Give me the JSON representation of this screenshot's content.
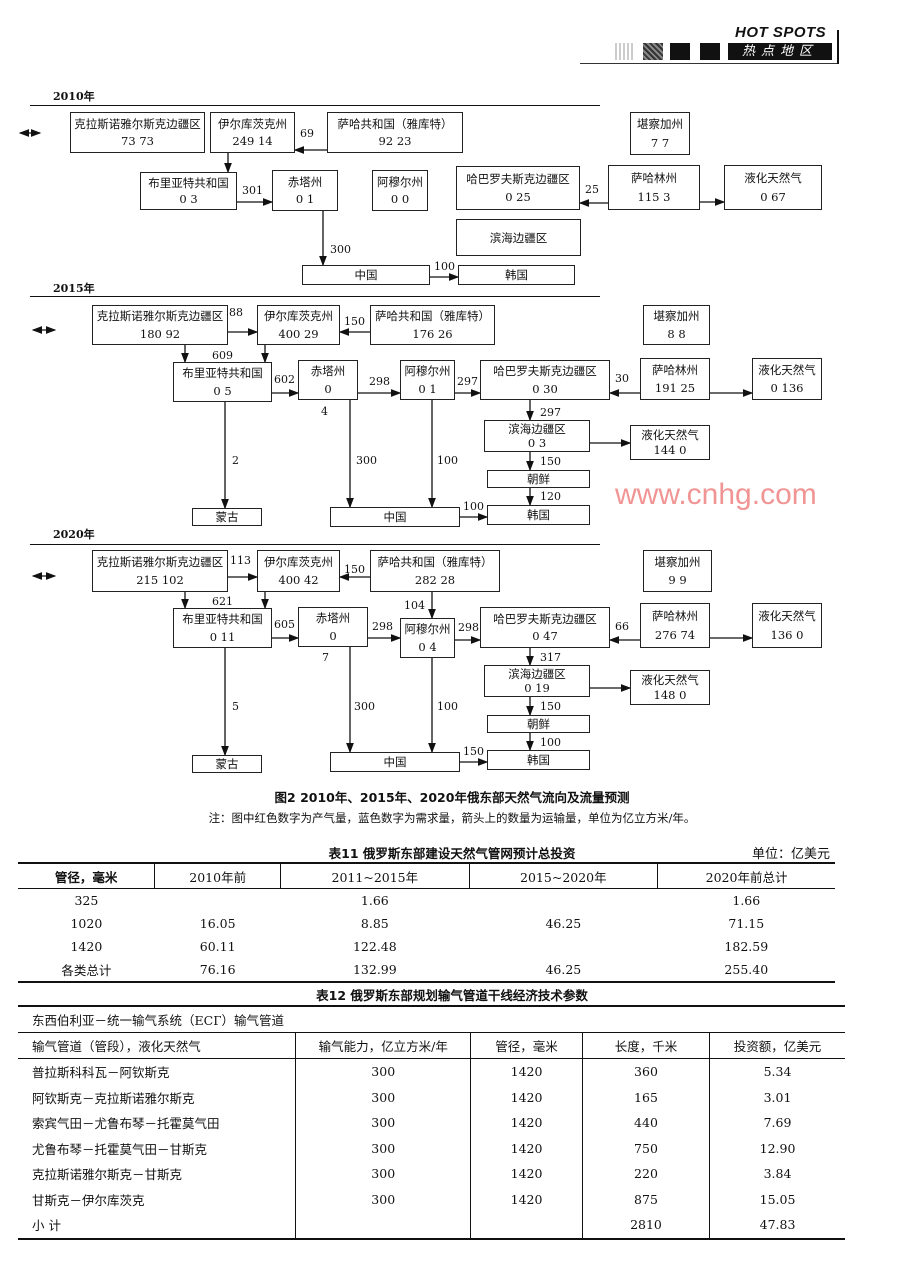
{
  "header": {
    "title": "HOT SPOTS",
    "section": "热点地区"
  },
  "panels": [
    {
      "year": "2010年",
      "boxes": {
        "kras": {
          "name": "克拉斯诺雅尔斯克边疆区",
          "values": "73  73"
        },
        "irk": {
          "name": "伊尔库茨克州",
          "values": "249  14"
        },
        "sakha": {
          "name": "萨哈共和国（雅库特）",
          "values": "92  23"
        },
        "kamch": {
          "name": "堪察加州",
          "values": "7  7"
        },
        "bur": {
          "name": "布里亚特共和国",
          "values": "0  3"
        },
        "chita": {
          "name": "赤塔州",
          "values": "0  1"
        },
        "amur": {
          "name": "阿穆尔州",
          "values": "0  0"
        },
        "khab": {
          "name": "哈巴罗夫斯克边疆区",
          "values": "0  25"
        },
        "sakhalin": {
          "name": "萨哈林州",
          "values": "115  3"
        },
        "lng": {
          "name": "液化天然气",
          "values": "0  67"
        },
        "prim": {
          "name": "滨海边疆区"
        },
        "china": {
          "name": "中国"
        },
        "korea": {
          "name": "韩国"
        }
      },
      "flows": {
        "sakha_irk": "69",
        "bur_chita": "301",
        "sakhalin_khab": "25",
        "chita_china": "300",
        "china_korea": "100"
      }
    },
    {
      "year": "2015年",
      "boxes": {
        "kras": {
          "name": "克拉斯诺雅尔斯克边疆区",
          "values": "180  92"
        },
        "irk": {
          "name": "伊尔库茨克州",
          "values": "400  29"
        },
        "sakha": {
          "name": "萨哈共和国（雅库特）",
          "values": "176  26"
        },
        "kamch": {
          "name": "堪察加州",
          "values": "8  8"
        },
        "bur": {
          "name": "布里亚特共和国",
          "values": "0  5"
        },
        "chita": {
          "name": "赤塔州",
          "values": "0"
        },
        "amur": {
          "name": "阿穆尔州",
          "values": "0  1"
        },
        "khab": {
          "name": "哈巴罗夫斯克边疆区",
          "values": "0  30"
        },
        "sakhalin": {
          "name": "萨哈林州",
          "values": "191  25"
        },
        "lng": {
          "name": "液化天然气",
          "values": "0  136"
        },
        "prim": {
          "name": "滨海边疆区",
          "values": "0  3"
        },
        "lng2": {
          "name": "液化天然气",
          "values": "144  0"
        },
        "dprk": {
          "name": "朝鲜"
        },
        "mongolia": {
          "name": "蒙古"
        },
        "china": {
          "name": "中国"
        },
        "korea": {
          "name": "韩国"
        }
      },
      "flows": {
        "kras_irk": "88",
        "sakha_irk": "150",
        "to_bur": "609",
        "bur_chita": "602",
        "chita_amur": "298",
        "amur_khab": "297",
        "sakhalin_khab": "30",
        "khab_prim": "297",
        "prim_dprk": "150",
        "dprk_korea": "120",
        "bur_mongolia": "2",
        "chita_china": "300",
        "amur_china": "100",
        "china_korea": "100",
        "chita_below": "4"
      }
    },
    {
      "year": "2020年",
      "boxes": {
        "kras": {
          "name": "克拉斯诺雅尔斯克边疆区",
          "values": "215  102"
        },
        "irk": {
          "name": "伊尔库茨克州",
          "values": "400  42"
        },
        "sakha": {
          "name": "萨哈共和国（雅库特）",
          "values": "282  28"
        },
        "kamch": {
          "name": "堪察加州",
          "values": "9  9"
        },
        "bur": {
          "name": "布里亚特共和国",
          "values": "0  11"
        },
        "chita": {
          "name": "赤塔州",
          "values": "0"
        },
        "amur": {
          "name": "阿穆尔州",
          "values": "0  4"
        },
        "khab": {
          "name": "哈巴罗夫斯克边疆区",
          "values": "0  47"
        },
        "sakhalin": {
          "name": "萨哈林州",
          "values": "276  74"
        },
        "lng": {
          "name": "液化天然气",
          "values": "136  0"
        },
        "prim": {
          "name": "滨海边疆区",
          "values": "0  19"
        },
        "lng2": {
          "name": "液化天然气",
          "values": "148  0"
        },
        "dprk": {
          "name": "朝鲜"
        },
        "mongolia": {
          "name": "蒙古"
        },
        "china": {
          "name": "中国"
        },
        "korea": {
          "name": "韩国"
        }
      },
      "flows": {
        "kras_irk": "113",
        "sakha_irk": "150",
        "to_bur": "621",
        "sakha_amur": "104",
        "bur_chita": "605",
        "chita_amur": "298",
        "amur_khab": "298",
        "sakhalin_khab": "66",
        "khab_prim": "317",
        "prim_dprk": "150",
        "dprk_korea": "100",
        "bur_mongolia": "5",
        "chita_china": "300",
        "amur_china": "100",
        "china_korea": "150",
        "chita_below": "7"
      }
    }
  ],
  "figure": {
    "caption": "图2  2010年、2015年、2020年俄东部天然气流向及流量预测",
    "note": "注：图中红色数字为产气量，蓝色数字为需求量，箭头上的数量为运输量，单位为亿立方米/年。"
  },
  "table11": {
    "title": "表11   俄罗斯东部建设天然气管网预计总投资",
    "unit": "单位：亿美元",
    "headers": [
      "管径，毫米",
      "2010年前",
      "2011~2015年",
      "2015~2020年",
      "2020年前总计"
    ],
    "rows": [
      [
        "325",
        "",
        "1.66",
        "",
        "1.66"
      ],
      [
        "1020",
        "16.05",
        "8.85",
        "46.25",
        "71.15"
      ],
      [
        "1420",
        "60.11",
        "122.48",
        "",
        "182.59"
      ],
      [
        "各类总计",
        "76.16",
        "132.99",
        "46.25",
        "255.40"
      ]
    ]
  },
  "table12": {
    "title": "表12   俄罗斯东部规划输气管道干线经济技术参数",
    "group": "东西伯利亚－统一输气系统（ЕСГ）输气管道",
    "headers": [
      "输气管道（管段），液化天然气",
      "输气能力，亿立方米/年",
      "管径，毫米",
      "长度，千米",
      "投资额，亿美元"
    ],
    "rows": [
      [
        "普拉斯科科瓦－阿钦斯克",
        "300",
        "1420",
        "360",
        "5.34"
      ],
      [
        "阿钦斯克－克拉斯诺雅尔斯克",
        "300",
        "1420",
        "165",
        "3.01"
      ],
      [
        "索宾气田－尤鲁布琴－托霍莫气田",
        "300",
        "1420",
        "440",
        "7.69"
      ],
      [
        "尤鲁布琴－托霍莫气田－甘斯克",
        "300",
        "1420",
        "750",
        "12.90"
      ],
      [
        "克拉斯诺雅尔斯克－甘斯克",
        "300",
        "1420",
        "220",
        "3.84"
      ],
      [
        "甘斯克－伊尔库茨克",
        "300",
        "1420",
        "875",
        "15.05"
      ],
      [
        "小  计",
        "",
        "",
        "2810",
        "47.83"
      ]
    ]
  },
  "watermark": "www.cnhg.com"
}
